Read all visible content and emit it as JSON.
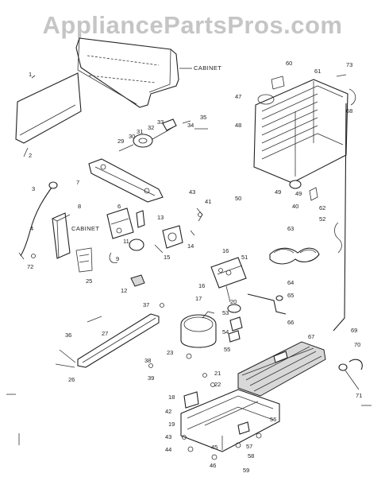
{
  "watermark": "AppliancePartsPros.com",
  "labels": {
    "cabinet_top": "CABINET",
    "cabinet_left": "CABINET"
  },
  "callouts": {
    "n1": "1",
    "n2": "2",
    "n3": "3",
    "n4": "4",
    "n6": "6",
    "n7": "7",
    "n8": "8",
    "n9": "9",
    "n11": "11",
    "n12": "12",
    "n13": "13",
    "n14": "14",
    "n15": "15",
    "n16": "16",
    "n17": "17",
    "n18": "18",
    "n19": "19",
    "n20": "20",
    "n21": "21",
    "n22": "22",
    "n23": "23",
    "n25": "25",
    "n26": "26",
    "n27": "27",
    "n29": "29",
    "n30": "30",
    "n31": "31",
    "n32": "32",
    "n33": "33",
    "n34": "34",
    "n35": "35",
    "n36": "36",
    "n37": "37",
    "n38": "38",
    "n39": "39",
    "n40": "40",
    "n41": "41",
    "n42": "42",
    "n43": "43",
    "n44": "44",
    "n45": "45",
    "n46": "46",
    "n47": "47",
    "n48": "48",
    "n49": "49",
    "n50": "50",
    "n51": "51",
    "n52": "52",
    "n53": "53",
    "n54": "54",
    "n55": "55",
    "n56": "56",
    "n57": "57",
    "n58": "58",
    "n59": "59",
    "n60": "60",
    "n61": "61",
    "n62": "62",
    "n63": "63",
    "n64": "64",
    "n65": "65",
    "n66": "66",
    "n67": "67",
    "n68": "68",
    "n69": "69",
    "n70": "70",
    "n71": "71",
    "n72": "72",
    "n73": "73",
    "n49b": "49",
    "n16b": "16",
    "n43b": "43"
  }
}
